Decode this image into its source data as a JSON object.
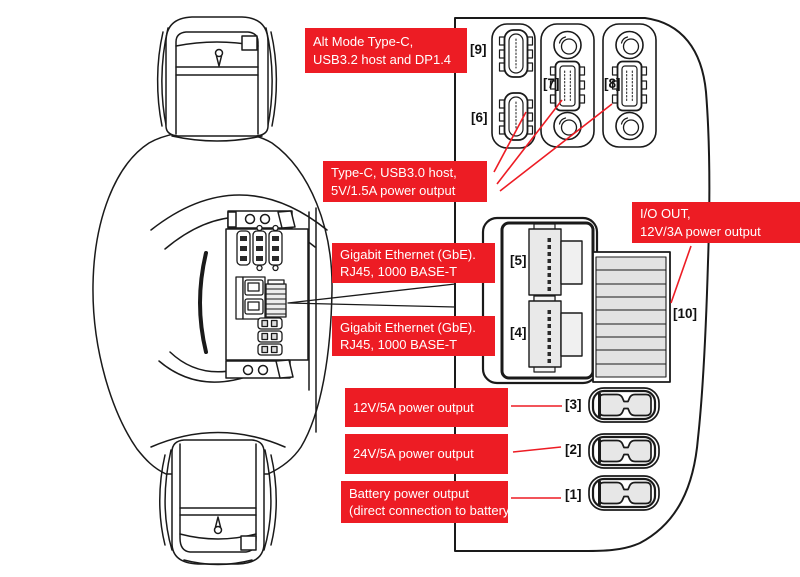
{
  "diagram": {
    "callouts": {
      "alt_mode": {
        "line1": "Alt Mode Type-C,",
        "line2": "USB3.2 host and DP1.4"
      },
      "type_c": {
        "line1": "Type-C, USB3.0 host,",
        "line2": "5V/1.5A power output"
      },
      "gbe_top": {
        "line1": "Gigabit Ethernet (GbE).",
        "line2": "RJ45, 1000 BASE-T"
      },
      "gbe_bottom": {
        "line1": "Gigabit Ethernet (GbE).",
        "line2": "RJ45, 1000 BASE-T"
      },
      "io_out": {
        "line1": "I/O OUT,",
        "line2": "12V/3A power output"
      },
      "out_12v": {
        "line1": "12V/5A power output"
      },
      "out_24v": {
        "line1": "24V/5A power output"
      },
      "battery": {
        "line1": "Battery power output",
        "line2": "(direct connection to battery)"
      }
    },
    "port_labels": {
      "p1": "[1]",
      "p2": "[2]",
      "p3": "[3]",
      "p4": "[4]",
      "p5": "[5]",
      "p6": "[6]",
      "p7": "[7]",
      "p8": "[8]",
      "p9": "[9]",
      "p10": "[10]"
    },
    "colors": {
      "callout_red": "#ed1c24",
      "line_black": "#1a1a1a",
      "connector_gray": "#e8e8e8"
    }
  }
}
